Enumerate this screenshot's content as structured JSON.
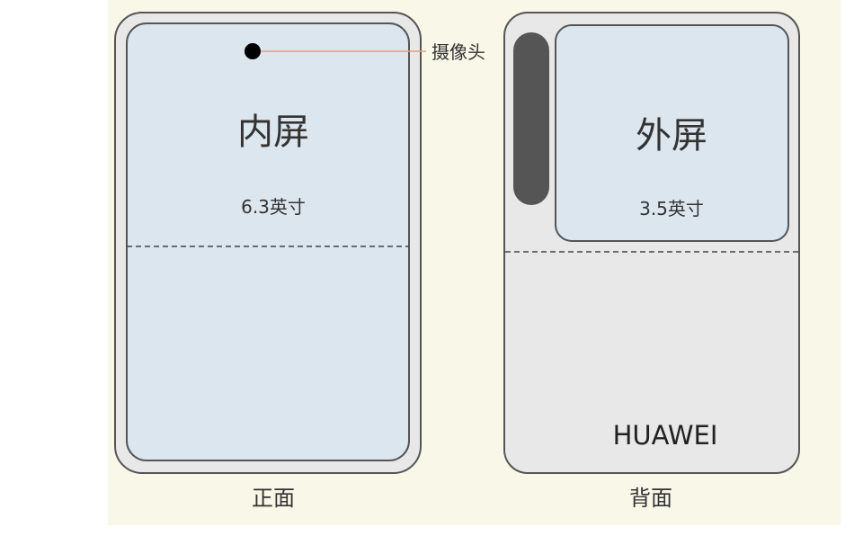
{
  "camera_label": "摄像头",
  "front": {
    "screen_title": "内屏",
    "screen_size": "6.3英寸",
    "caption": "正面"
  },
  "back": {
    "screen_title": "外屏",
    "screen_size": "3.5英寸",
    "brand": "HUAWEI",
    "caption": "背面"
  },
  "colors": {
    "background": "#f8f7e8",
    "screen": "#dce6ef",
    "body": "#e8e8e8",
    "camera_bar": "#555555",
    "leader_line": "#e0a080"
  }
}
